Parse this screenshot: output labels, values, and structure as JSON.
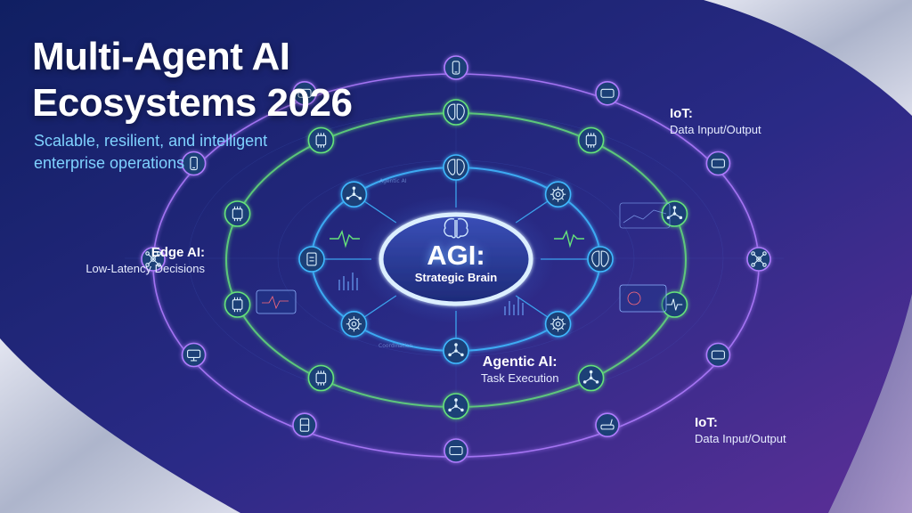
{
  "title": "Multi-Agent AI\nEcosystems 2026",
  "subtitle": "Scalable, resilient, and intelligent\nenterprise operations",
  "center": {
    "title": "AGI:",
    "subtitle": "Strategic Brain"
  },
  "labels": {
    "iot_top": {
      "heading": "IoT:",
      "sub": "Data Input/Output"
    },
    "edge": {
      "heading": "Edge AI:",
      "sub": "Low-Latency Decisions"
    },
    "agentic": {
      "heading": "Agentic AI:",
      "sub": "Task Execution"
    },
    "iot_bottom": {
      "heading": "IoT:",
      "sub": "Data Input/Output"
    }
  },
  "tiny_labels": [
    "Agentic AI",
    "Coordination"
  ],
  "colors": {
    "background": "#1b2a6b",
    "agentic_ring": "#3fb8ff",
    "edge_ring": "#66e37a",
    "iot_ring": "#b07cff",
    "subtitle": "#7fd2ff",
    "core_glow": "#8fd0ff"
  },
  "nodes": {
    "agentic": [
      "brain-icon",
      "gear-icon",
      "brain-icon",
      "gear-icon",
      "network-icon",
      "gear-icon",
      "document-icon",
      "network-icon"
    ],
    "edge": [
      "brain-icon",
      "chip-icon",
      "network-icon",
      "pulse-icon",
      "network-icon",
      "network-icon",
      "chip-icon",
      "chip-icon",
      "chip-icon",
      "chip-icon"
    ],
    "iot": [
      "phone-icon",
      "tablet-icon",
      "tablet-icon",
      "drone-icon",
      "tablet-icon",
      "router-icon",
      "tablet-icon",
      "server-icon",
      "monitor-icon",
      "drone-icon",
      "phone-icon",
      "tablet-icon"
    ]
  }
}
